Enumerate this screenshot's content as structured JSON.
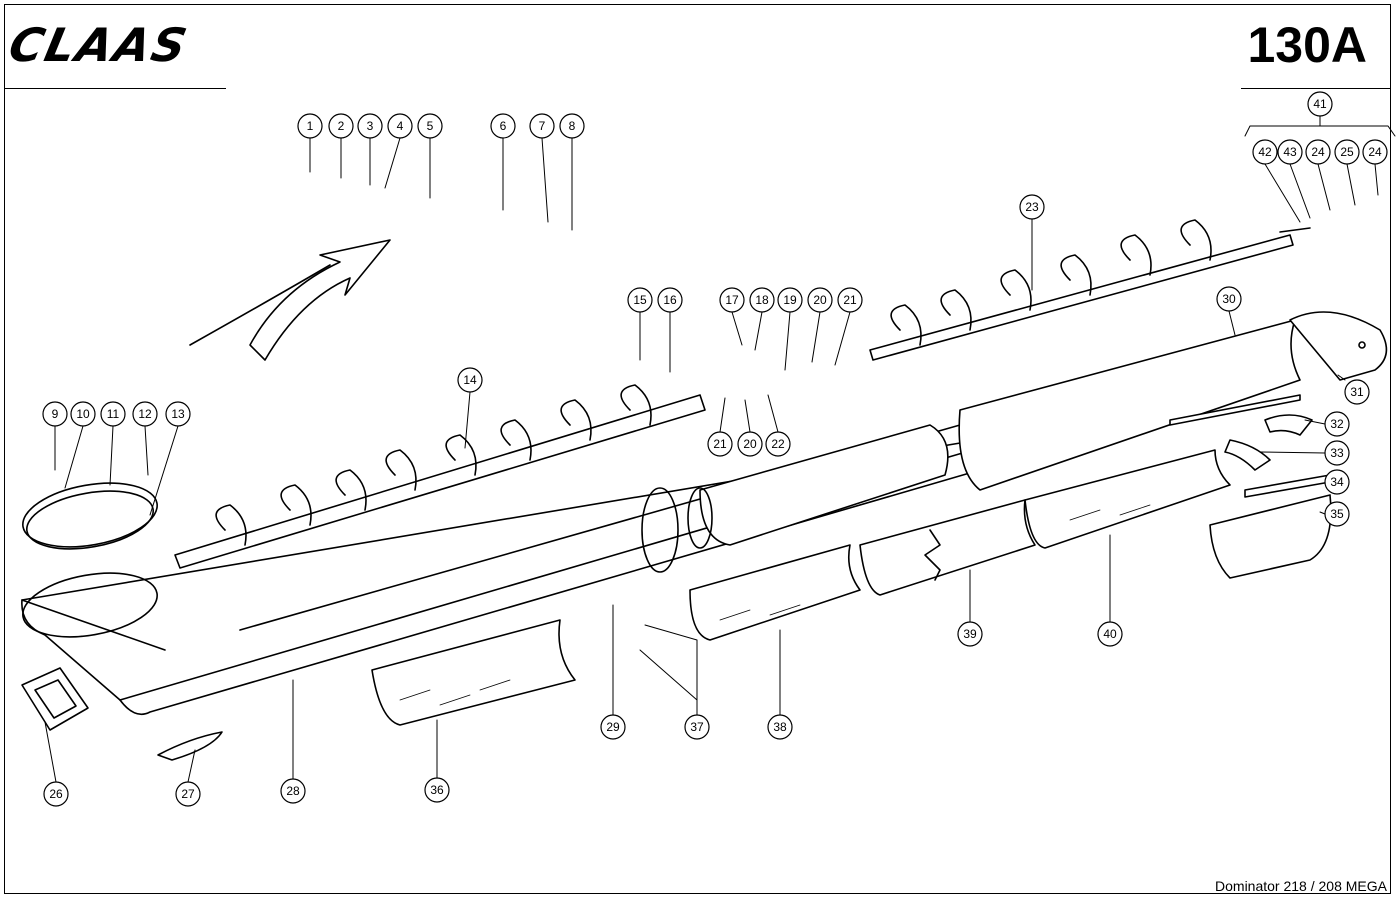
{
  "header": {
    "brand": "CLAAS",
    "page_code": "130A"
  },
  "footer": {
    "model": "Dominator 218 / 208 MEGA"
  },
  "callouts": [
    {
      "id": "c1",
      "label": "1"
    },
    {
      "id": "c2",
      "label": "2"
    },
    {
      "id": "c3",
      "label": "3"
    },
    {
      "id": "c4",
      "label": "4"
    },
    {
      "id": "c5",
      "label": "5"
    },
    {
      "id": "c6",
      "label": "6"
    },
    {
      "id": "c7",
      "label": "7"
    },
    {
      "id": "c8",
      "label": "8"
    },
    {
      "id": "c9",
      "label": "9"
    },
    {
      "id": "c10",
      "label": "10"
    },
    {
      "id": "c11",
      "label": "11"
    },
    {
      "id": "c12",
      "label": "12"
    },
    {
      "id": "c13",
      "label": "13"
    },
    {
      "id": "c14",
      "label": "14"
    },
    {
      "id": "c15",
      "label": "15"
    },
    {
      "id": "c16",
      "label": "16"
    },
    {
      "id": "c17",
      "label": "17"
    },
    {
      "id": "c18",
      "label": "18"
    },
    {
      "id": "c19",
      "label": "19"
    },
    {
      "id": "c20a",
      "label": "20"
    },
    {
      "id": "c21a",
      "label": "21"
    },
    {
      "id": "c21b",
      "label": "21"
    },
    {
      "id": "c20b",
      "label": "20"
    },
    {
      "id": "c22",
      "label": "22"
    },
    {
      "id": "c23",
      "label": "23"
    },
    {
      "id": "c41",
      "label": "41"
    },
    {
      "id": "c42",
      "label": "42"
    },
    {
      "id": "c43",
      "label": "43"
    },
    {
      "id": "c24a",
      "label": "24"
    },
    {
      "id": "c25",
      "label": "25"
    },
    {
      "id": "c24b",
      "label": "24"
    },
    {
      "id": "c30",
      "label": "30"
    },
    {
      "id": "c31",
      "label": "31"
    },
    {
      "id": "c32",
      "label": "32"
    },
    {
      "id": "c33",
      "label": "33"
    },
    {
      "id": "c34",
      "label": "34"
    },
    {
      "id": "c35",
      "label": "35"
    },
    {
      "id": "c26",
      "label": "26"
    },
    {
      "id": "c27",
      "label": "27"
    },
    {
      "id": "c28",
      "label": "28"
    },
    {
      "id": "c36",
      "label": "36"
    },
    {
      "id": "c29",
      "label": "29"
    },
    {
      "id": "c37",
      "label": "37"
    },
    {
      "id": "c38",
      "label": "38"
    },
    {
      "id": "c39",
      "label": "39"
    },
    {
      "id": "c40",
      "label": "40"
    }
  ]
}
